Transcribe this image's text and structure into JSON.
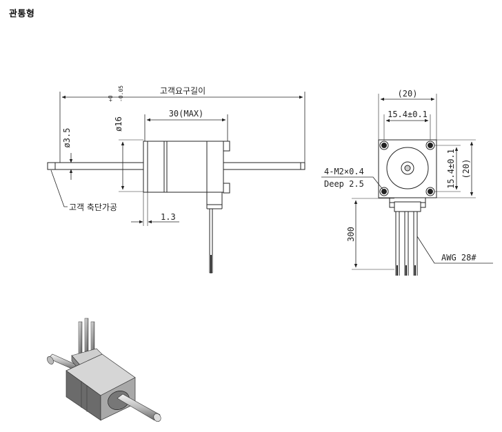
{
  "page_title": "관통형",
  "front_view": {
    "overall_length_label": "고객요구길이",
    "body_length_label": "30(MAX)",
    "shaft_dia_label": "ø3.5",
    "pilot_dia_label": "ø16",
    "pilot_tol_upper": "+0",
    "pilot_tol_lower": "-0.05",
    "shaft_machining_label": "고객 축단가공",
    "offset_label": "1.3"
  },
  "side_view": {
    "width_label": "(20)",
    "hole_pitch_h_label": "15.4±0.1",
    "hole_pitch_v_label": "15.4±0.1",
    "height_label": "(20)",
    "mount_holes_label": "4-M2×0.4",
    "mount_depth_label": "Deep 2.5",
    "lead_length_label": "300",
    "wire_gauge_label": "AWG 28#"
  }
}
